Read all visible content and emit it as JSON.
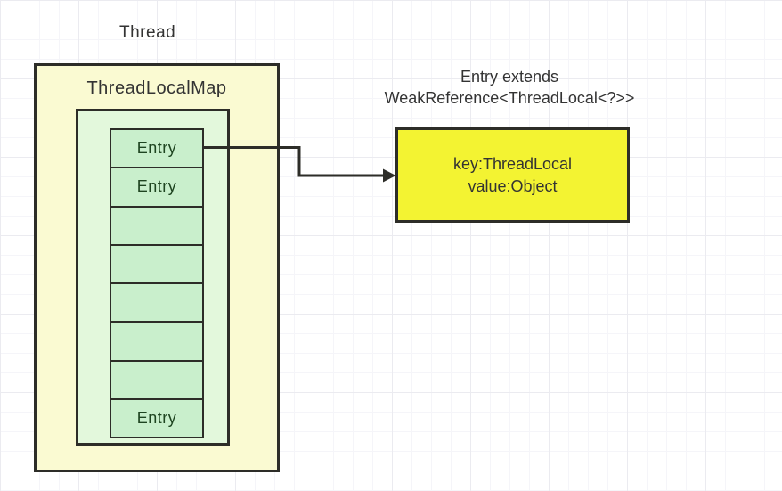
{
  "diagram": {
    "thread_label": "Thread",
    "map": {
      "title": "ThreadLocalMap"
    },
    "entries": {
      "cells": [
        "Entry",
        "Entry",
        "",
        "",
        "",
        "",
        "",
        "Entry"
      ]
    },
    "caption": {
      "line1": "Entry extends",
      "line2": "WeakReference<ThreadLocal<?>>"
    },
    "entry_detail": {
      "line1": "key:ThreadLocal",
      "line2": "value:Object"
    },
    "colors": {
      "outer_fill": "#fafad2",
      "inner_fill": "#e3f8dc",
      "cell_fill": "#c9efcc",
      "detail_fill": "#f3f332",
      "border": "#2d2d28",
      "text": "#333333",
      "entry_text": "#1e4420",
      "grid_major": "#ebebf0",
      "grid_minor": "#f5f5f9"
    }
  }
}
